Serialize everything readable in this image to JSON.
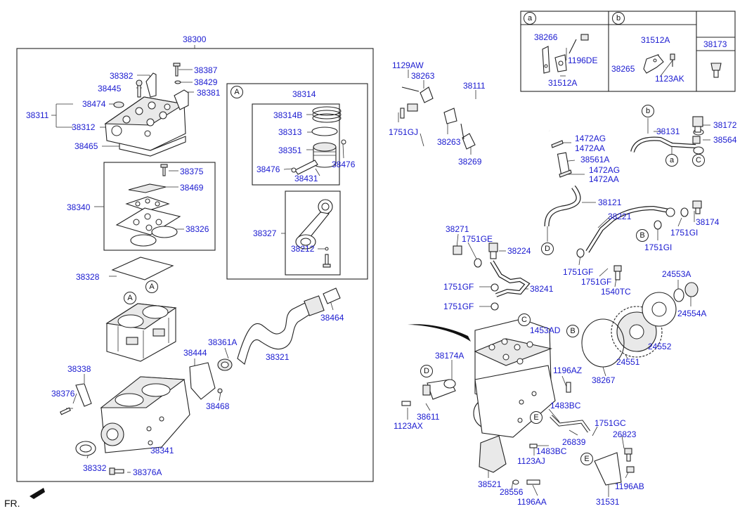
{
  "inset_a": {
    "marker": "a",
    "labels": [
      "38266",
      "1196DE",
      "31512A"
    ]
  },
  "inset_b": {
    "marker": "b",
    "labels": [
      "31512A",
      "38265",
      "1123AK"
    ]
  },
  "inset_c": {
    "label": "38173"
  },
  "assembly_label": "38300",
  "sub_a": {
    "marker": "A",
    "label": "38314"
  },
  "orientation_label": "FR.",
  "parts": [
    "38387",
    "38382",
    "38429",
    "38445",
    "38381",
    "38474",
    "38311",
    "38312",
    "38465",
    "38375",
    "38469",
    "38340",
    "38326",
    "38328",
    "38338",
    "38376",
    "38332",
    "38376A",
    "38341",
    "38444",
    "38361A",
    "38468",
    "38321",
    "38464",
    "38314B",
    "38313",
    "38351",
    "38476",
    "38476",
    "38431",
    "38327",
    "38212",
    "1129AW",
    "38263",
    "38111",
    "1751GJ",
    "38263",
    "38269",
    "38131",
    "38172",
    "38564",
    "1472AG",
    "1472AA",
    "38561A",
    "1472AG",
    "1472AA",
    "38121",
    "38221",
    "38174",
    "1751GI",
    "1751GI",
    "38271",
    "1751GE",
    "38224",
    "1751GF",
    "1751GF",
    "1540TC",
    "24553A",
    "24554A",
    "24552",
    "24551",
    "38267",
    "1751GF",
    "38241",
    "1751GF",
    "1453AD",
    "38174A",
    "1196AZ",
    "38611",
    "1123AX",
    "1483BC",
    "1751GC",
    "26839",
    "26823",
    "1483BC",
    "1123AJ",
    "38521",
    "28556",
    "1196AA",
    "1196AB",
    "31531"
  ],
  "markers": [
    "A",
    "A",
    "A",
    "b",
    "a",
    "C",
    "B",
    "D",
    "C",
    "D",
    "B",
    "E",
    "E"
  ]
}
